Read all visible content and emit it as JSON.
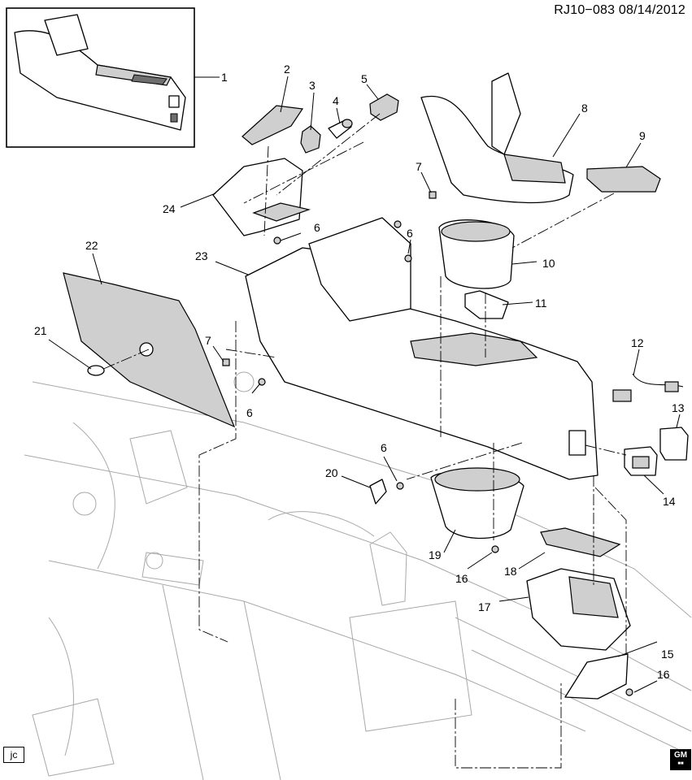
{
  "header": {
    "drawing_id": "RJ10−083",
    "date": "08/14/2012"
  },
  "footer": {
    "artist_initials": "jc",
    "brand_logo_text": "GM"
  },
  "callouts": [
    "1",
    "2",
    "3",
    "4",
    "5",
    "6",
    "7",
    "8",
    "9",
    "10",
    "11",
    "12",
    "13",
    "14",
    "15",
    "16",
    "17",
    "18",
    "19",
    "20",
    "21",
    "22",
    "23",
    "24",
    "6",
    "6",
    "7",
    "6",
    "16"
  ]
}
